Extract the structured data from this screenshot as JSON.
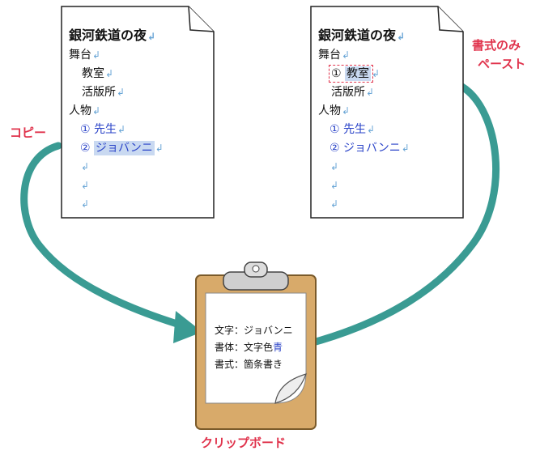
{
  "left_doc": {
    "title": "銀河鉄道の夜",
    "lines": [
      "舞台",
      "教室",
      "活版所",
      "人物",
      "①",
      "先生",
      "②",
      "ジョバンニ"
    ]
  },
  "right_doc": {
    "title": "銀河鉄道の夜",
    "lines": [
      "舞台",
      "①",
      "教室",
      "活版所",
      "人物",
      "①",
      "先生",
      "②",
      "ジョバンニ"
    ]
  },
  "labels": {
    "copy": "コピー",
    "paste_format": [
      "書式のみ",
      "ペースト"
    ],
    "clipboard": "クリップボード"
  },
  "clipboard": {
    "row1_key": "文字",
    "row1_val": "ジョバンニ",
    "row2_key": "書体",
    "row2_val": "文字色",
    "row2_val_blue": "青",
    "row3_key": "書式",
    "row3_val": "箇条書き",
    "sep": "："
  },
  "colors": {
    "accent_red": "#e0334c",
    "arrow_teal": "#3a9b93",
    "text_blue": "#2a43c8",
    "highlight": "#c9d9f1",
    "clipboard_brown": "#d8aa6a"
  },
  "return_mark": "↲"
}
